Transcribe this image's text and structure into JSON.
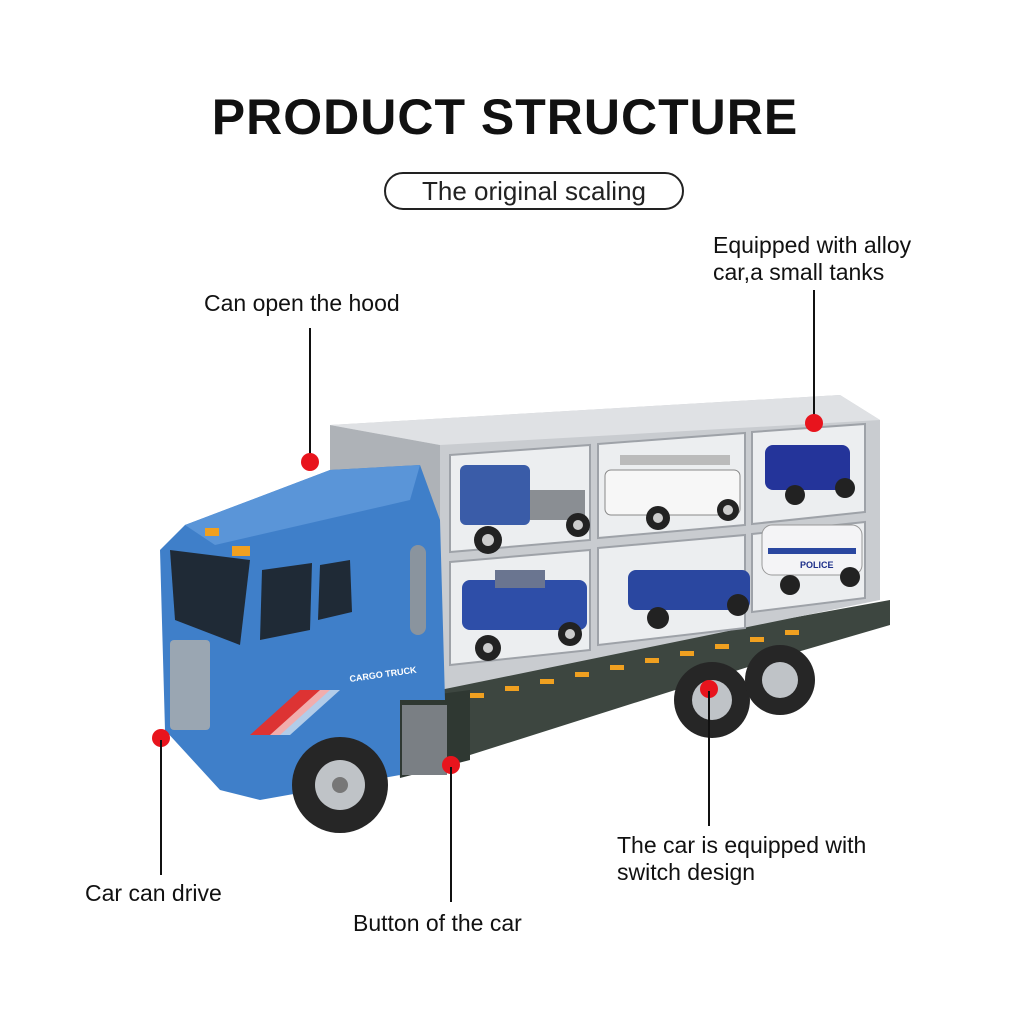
{
  "header": {
    "title": "PRODUCT STRUCTURE",
    "subtitle": "The original scaling"
  },
  "callouts": {
    "hood": "Can open the hood",
    "alloy": "Equipped with alloy\ncar,a small tanks",
    "drive": "Car can drive",
    "button": "Button of the car",
    "switch": "The car is equipped with\nswitch design"
  },
  "truck": {
    "cab_text": "CARGO TRUCK",
    "police_text": "POLICE"
  },
  "colors": {
    "cab_blue": "#3f7fc9",
    "marker_red": "#e8141d",
    "trailer_dark": "#3d4640",
    "container_grey": "#c9ccd0"
  }
}
